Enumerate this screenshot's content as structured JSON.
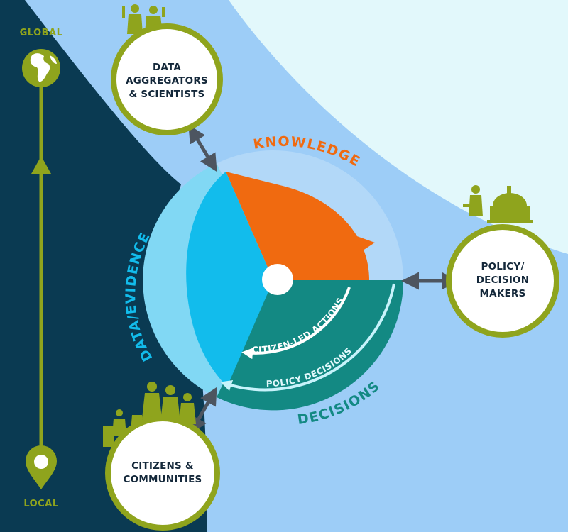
{
  "scale": {
    "top_label": "GLOBAL",
    "bottom_label": "LOCAL"
  },
  "stakeholders": {
    "data_aggregators": "DATA\nAGGREGATORS\n& SCIENTISTS",
    "policy_makers": "POLICY/\nDECISION\nMAKERS",
    "citizens": "CITIZENS &\nCOMMUNITIES"
  },
  "cycle": {
    "knowledge": "KNOWLEDGE",
    "data_evidence": "DATA/EVIDENCE",
    "decisions": "DECISIONS",
    "citizen_led_actions": "CITIZEN-LED ACTIONS",
    "policy_decisions": "POLICY DECISIONS"
  },
  "colors": {
    "dark_navy": "#0a3a52",
    "light_blue": "#9dcdf7",
    "pale_cyan": "#e2f8fb",
    "olive": "#8fa41d",
    "orange": "#f06a10",
    "peach": "#f9b185",
    "cyan": "#12bcec",
    "light_cyan": "#81d8f4",
    "teal": "#138983",
    "dark_teal": "#0e6c68"
  }
}
